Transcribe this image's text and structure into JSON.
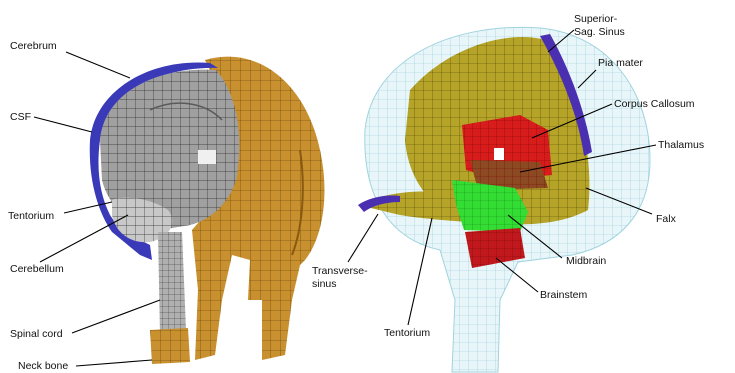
{
  "left_model": {
    "labels": {
      "cerebrum": "Cerebrum",
      "csf": "CSF",
      "tentorium": "Tentorium",
      "cerebellum": "Cerebellum",
      "spinal_cord": "Spinal cord",
      "neck_bone": "Neck bone"
    },
    "colors": {
      "brain": "#9c9c9c",
      "csf": "#3a3ab8",
      "skull": "#c8902e",
      "mesh": "#2a2a2a"
    }
  },
  "right_model": {
    "labels": {
      "superior_sag_sinus_1": "Superior-",
      "superior_sag_sinus_2": "Sag. Sinus",
      "pia_mater": "Pia mater",
      "corpus_callosum": "Corpus Callosum",
      "thalamus": "Thalamus",
      "falx": "Falx",
      "transverse_sinus_1": "Transverse-",
      "transverse_sinus_2": "sinus",
      "midbrain": "Midbrain",
      "brainstem": "Brainstem",
      "tentorium": "Tentorium"
    },
    "colors": {
      "falx": "#b5a428",
      "sinus": "#4a2fb0",
      "pia": "#9fd3de",
      "callosum": "#d81b1b",
      "thalamus": "#8b4a22",
      "midbrain": "#33dd33",
      "brainstem": "#c0181c"
    }
  }
}
